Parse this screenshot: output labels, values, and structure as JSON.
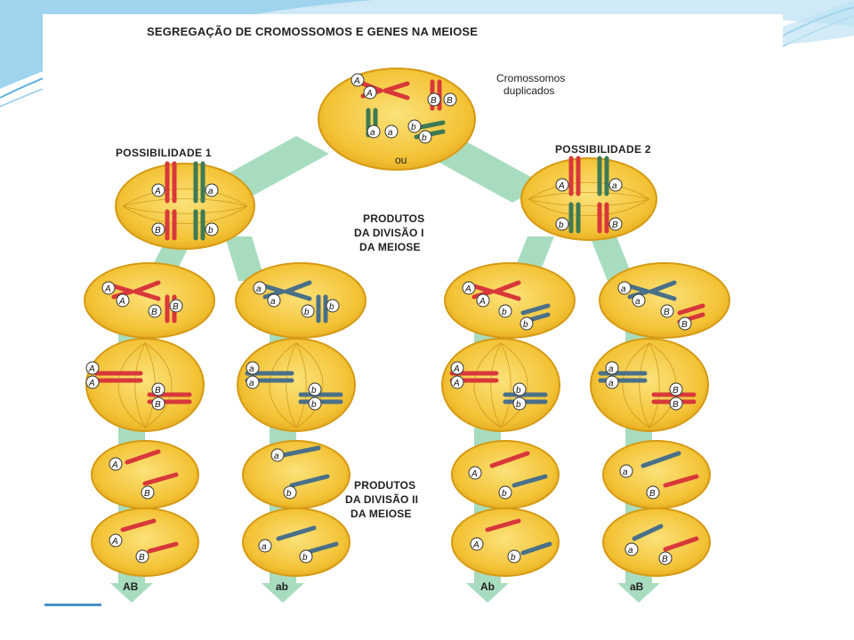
{
  "title": "SEGREGAÇÃO DE CROMOSSOMOS E GENES NA MEIOSE",
  "labels": {
    "duplicated": [
      "Cromossomos",
      "duplicados"
    ],
    "possibility_1": "POSSIBILIDADE 1",
    "possibility_2": "POSSIBILIDADE 2",
    "or": "ou",
    "products_1": [
      "PRODUTOS",
      "DA DIVISÃO I",
      "DA MEIOSE"
    ],
    "products_2": [
      "PRODUTOS",
      "DA DIVISÃO II",
      "DA MEIOSE"
    ]
  },
  "results": [
    "AB",
    "ab",
    "Ab",
    "aB"
  ],
  "alleles": {
    "dominant_1": "A",
    "recessive_1": "a",
    "dominant_2": "B",
    "recessive_2": "b"
  },
  "colors": {
    "cell_fill": "#f5c542",
    "cell_inner": "#f8d660",
    "cell_edge": "#d59a14",
    "arrow": "#a8dcbf",
    "red": "#d8383a",
    "green": "#3e7a55",
    "blue_gray": "#4a7088"
  }
}
